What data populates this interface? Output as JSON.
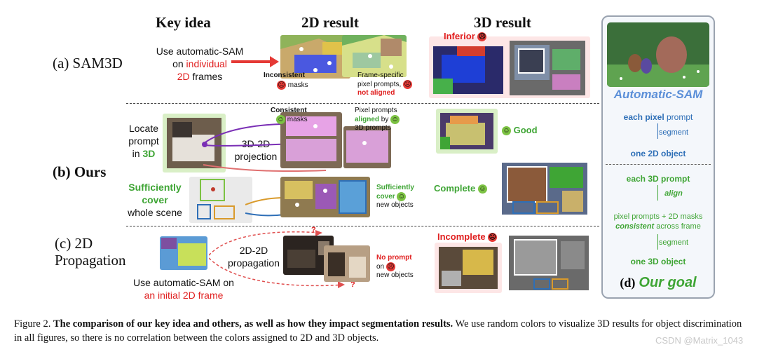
{
  "headers": {
    "key_idea": "Key idea",
    "result_2d": "2D result",
    "result_3d": "3D result"
  },
  "row_a": {
    "label": "(a) SAM3D",
    "desc_line1": "Use automatic-SAM",
    "desc_line2_pre": "on ",
    "desc_line2_red": "individual",
    "desc_line3_red": "2D",
    "desc_line3_post": " frames",
    "inconsistent": "Inconsistent",
    "masks": "masks",
    "frame_specific1": "Frame-specific",
    "frame_specific2": "pixel prompts,",
    "not_aligned": "not aligned",
    "inferior": "Inferior"
  },
  "row_b": {
    "label": "(b) Ours",
    "locate1": "Locate",
    "locate2": "prompt",
    "locate3_pre": "in ",
    "locate3_green": "3D",
    "projection1": "3D-2D",
    "projection2": "projection",
    "consistent": "Consistent",
    "masks": "masks",
    "pixel_prompts": "Pixel prompts",
    "aligned": "aligned",
    "by": " by",
    "prompts_3d": "3D prompts",
    "good": "Good",
    "sufficiently": "Sufficiently",
    "cover": "cover",
    "whole_scene": "whole scene",
    "suff_cover1": "Sufficiently",
    "suff_cover2": "cover",
    "new_objects": "new objects",
    "complete": "Complete"
  },
  "row_c": {
    "label1": "(c) 2D",
    "label2": "Propagation",
    "desc1": "Use automatic-SAM on",
    "desc2_red": "an initial 2D frame",
    "prop1": "2D-2D",
    "prop2": "propagation",
    "no_prompt": "No prompt",
    "on": "on",
    "new_objects": "new objects",
    "incomplete": "Incomplete",
    "q": "?"
  },
  "panel": {
    "title": "Automatic-SAM",
    "each_pixel": "each pixel",
    "prompt": " prompt",
    "segment1": "segment",
    "one_2d": "one 2D object",
    "each_3d": "each 3D prompt",
    "align": "align",
    "pixel_masks": "pixel prompts + 2D masks",
    "consistent": "consistent",
    "across": " across frame",
    "segment2": "segment",
    "one_3d": "one 3D object",
    "goal_label": "(d)",
    "goal": "Our goal"
  },
  "caption": {
    "prefix": "Figure 2. ",
    "bold": "The comparison of our key idea and others, as well as how they impact segmentation results.",
    "rest": " We use random colors to visualize 3D results for object discrimination in all figures, so there is no correlation between the colors assigned to 2D and 3D objects.",
    "watermark": "CSDN @Matrix_1043"
  }
}
